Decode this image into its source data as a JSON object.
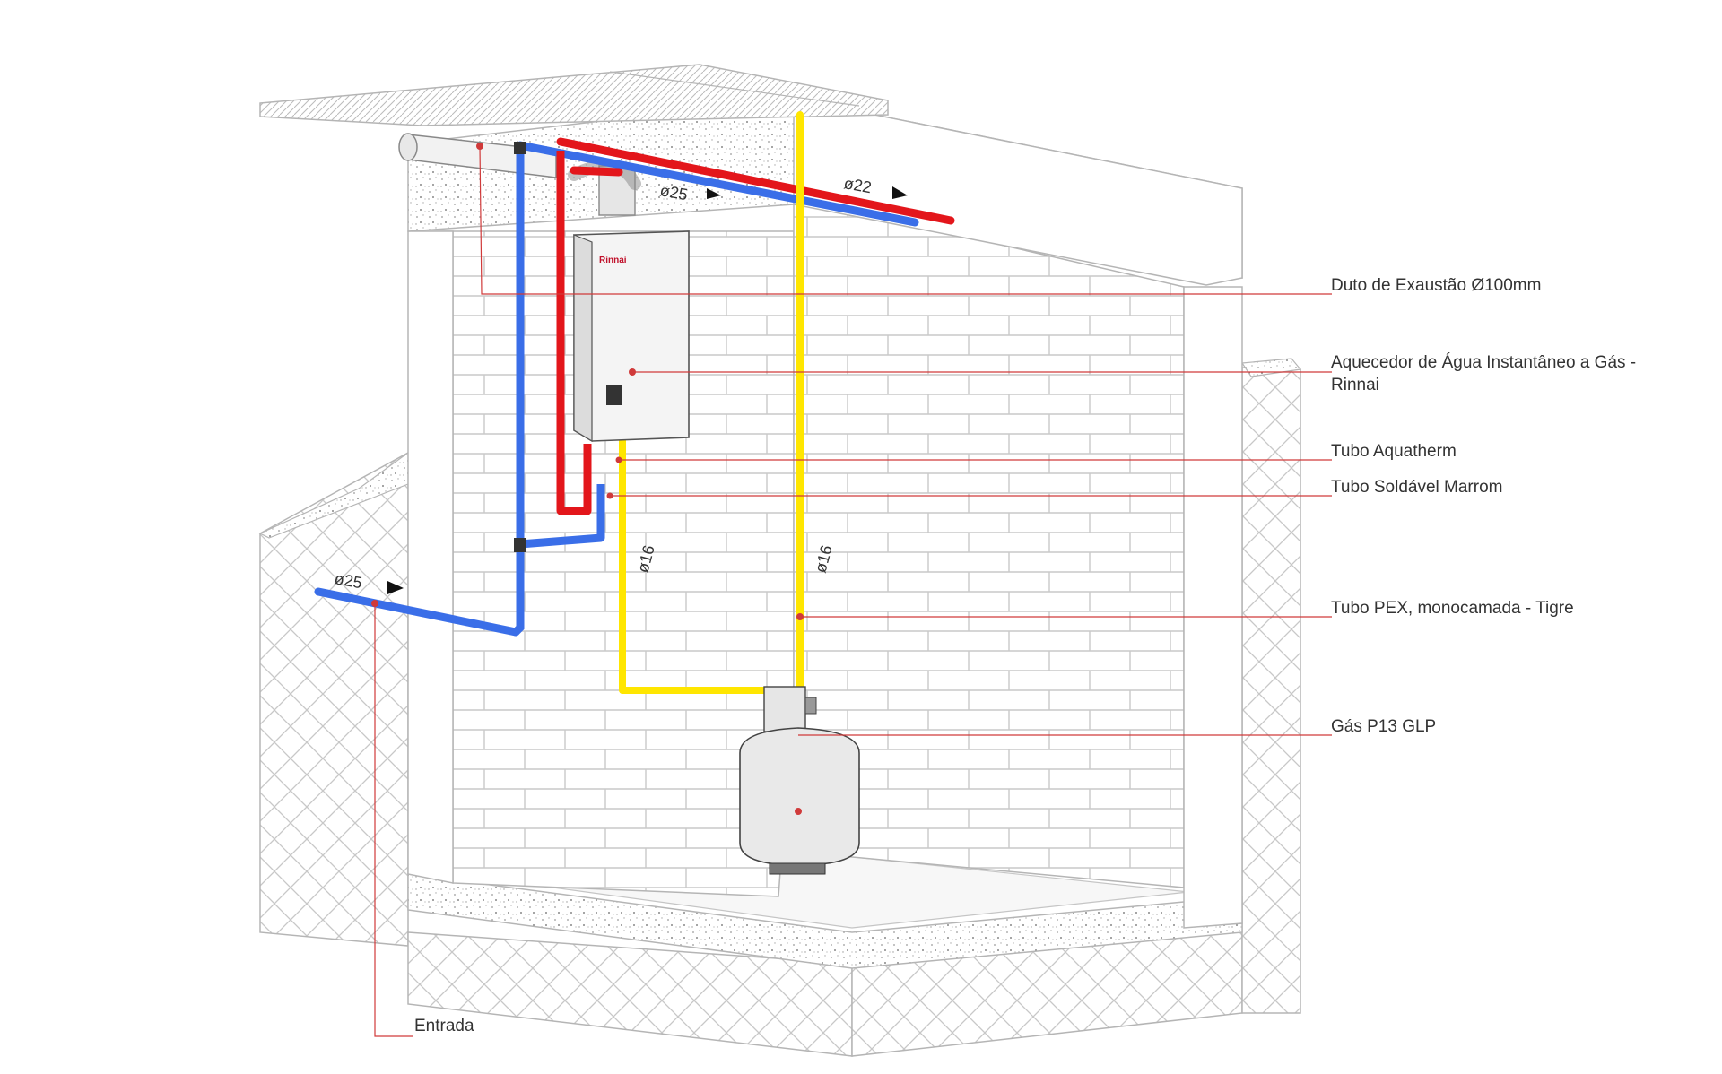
{
  "callouts": [
    {
      "id": "exhaust",
      "text": "Duto de Exaustão Ø100mm"
    },
    {
      "id": "heater",
      "text": "Aquecedor de Água Instantâneo a Gás -\nRinnai"
    },
    {
      "id": "aquatherm",
      "text": "Tubo Aquatherm"
    },
    {
      "id": "soldavel",
      "text": "Tubo Soldável Marrom"
    },
    {
      "id": "pex",
      "text": "Tubo PEX, monocamada - Tigre"
    },
    {
      "id": "gas",
      "text": "Gás P13 GLP"
    },
    {
      "id": "entrada",
      "text": "Entrada"
    }
  ],
  "dimensions": {
    "top_blue": "ø25",
    "top_red": "ø22",
    "inlet": "ø25",
    "gas_left": "ø16",
    "gas_right": "ø16"
  },
  "colors": {
    "hot_pipe": "#e3161b",
    "cold_pipe": "#3a6ee8",
    "gas_pipe": "#ffe600",
    "leader": "#d03a3a",
    "outline": "#b5b5b5"
  },
  "heater_brand": "Rinnai"
}
